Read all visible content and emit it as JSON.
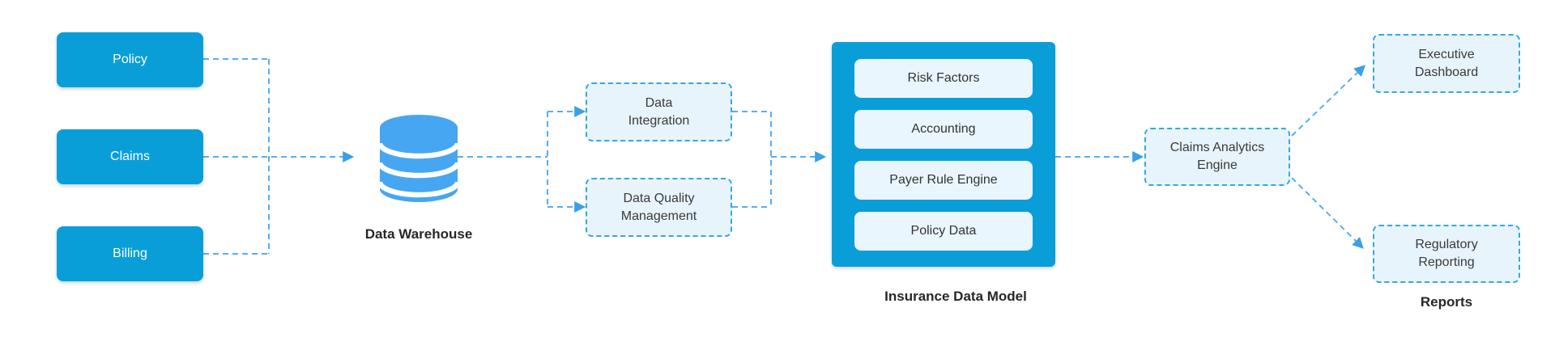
{
  "palette": {
    "node_blue": "#0a9ed9",
    "icon_blue": "#47a6f1",
    "connector_blue": "#5aadee",
    "arrow_blue": "#3b9fe6",
    "dashed_border_blue": "#35a6e2",
    "light_fill": "#e8f4fc",
    "component_fill": "#eaf6fd",
    "text_dark": "#3a3a3a",
    "caption_dark": "#272727"
  },
  "sources": [
    {
      "label": "Policy"
    },
    {
      "label": "Claims"
    },
    {
      "label": "Billing"
    }
  ],
  "warehouse": {
    "caption": "Data Warehouse"
  },
  "processing": [
    {
      "label": "Data\nIntegration"
    },
    {
      "label": "Data Quality\nManagement"
    }
  ],
  "model": {
    "caption": "Insurance Data Model",
    "components": [
      "Risk Factors",
      "Accounting",
      "Payer Rule Engine",
      "Policy Data"
    ]
  },
  "engine": {
    "label": "Claims Analytics\nEngine"
  },
  "reports": {
    "caption": "Reports",
    "items": [
      {
        "label": "Executive\nDashboard"
      },
      {
        "label": "Regulatory\nReporting"
      }
    ]
  }
}
